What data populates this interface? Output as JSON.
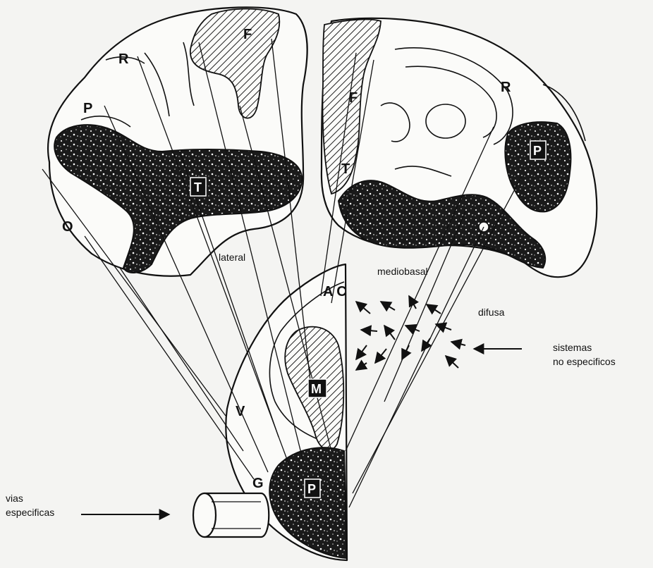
{
  "left_hemisphere": {
    "label_R": "R",
    "label_F": "F",
    "label_P": "P",
    "label_T": "T",
    "label_O": "O"
  },
  "right_hemisphere": {
    "label_F": "F",
    "label_R": "R",
    "label_P": "P",
    "label_T": "T"
  },
  "thalamus": {
    "label_AC": "A C",
    "label_M": "M",
    "label_V": "V",
    "label_G": "G",
    "label_P": "P"
  },
  "annotations": {
    "lateral": "lateral",
    "mediobasal": "mediobasal",
    "difusa": "difusa",
    "sistemas_line1": "sistemas",
    "sistemas_line2": "no especificos",
    "vias_line1": "vias",
    "vias_line2": "especificas"
  }
}
